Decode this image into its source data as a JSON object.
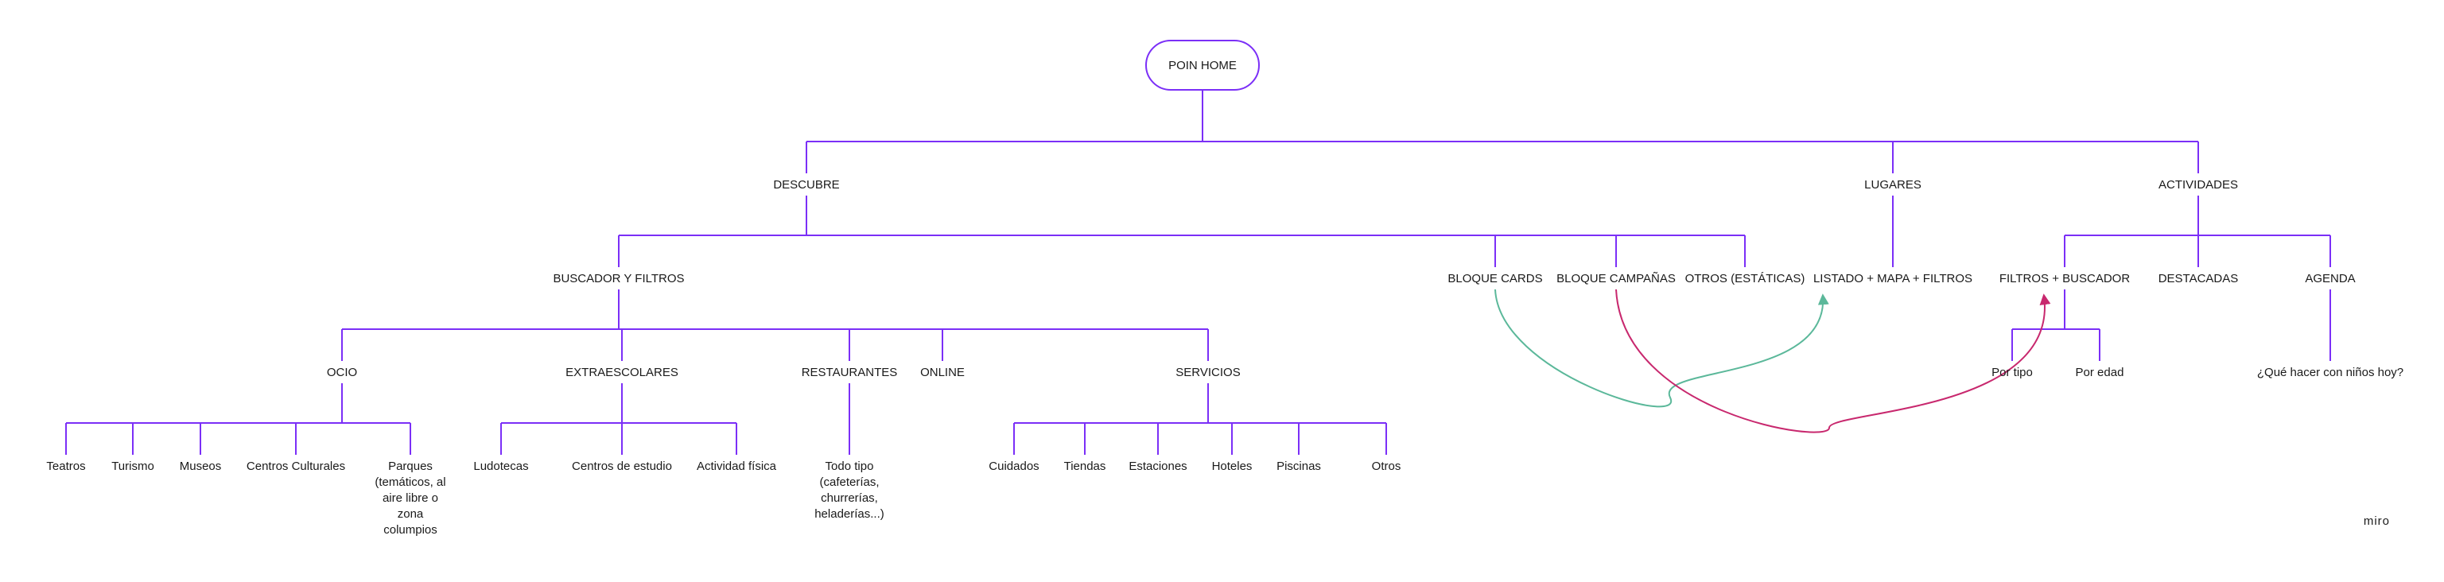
{
  "root": {
    "label": "POIN HOME"
  },
  "nodes": [
    {
      "id": "descubre",
      "label": "DESCUBRE"
    },
    {
      "id": "lugares",
      "label": "LUGARES"
    },
    {
      "id": "actividades",
      "label": "ACTIVIDADES"
    },
    {
      "id": "buscador",
      "label": "BUSCADOR Y FILTROS"
    },
    {
      "id": "bloque-cards",
      "label": "BLOQUE CARDS"
    },
    {
      "id": "bloque-campanas",
      "label": "BLOQUE CAMPAÑAS"
    },
    {
      "id": "otros-estaticas",
      "label": "OTROS (ESTÁTICAS)"
    },
    {
      "id": "listado",
      "label": "LISTADO + MAPA + FILTROS"
    },
    {
      "id": "filtros-buscador",
      "label": "FILTROS + BUSCADOR"
    },
    {
      "id": "destacadas",
      "label": "DESTACADAS"
    },
    {
      "id": "agenda",
      "label": "AGENDA"
    },
    {
      "id": "ocio",
      "label": "OCIO"
    },
    {
      "id": "extraescolares",
      "label": "EXTRAESCOLARES"
    },
    {
      "id": "restaurantes",
      "label": "RESTAURANTES"
    },
    {
      "id": "online",
      "label": "ONLINE"
    },
    {
      "id": "servicios",
      "label": "SERVICIOS"
    },
    {
      "id": "por-tipo",
      "label": "Por tipo"
    },
    {
      "id": "por-edad",
      "label": "Por edad"
    },
    {
      "id": "que-hacer",
      "label": "¿Qué hacer con niños hoy?"
    },
    {
      "id": "teatros",
      "label": "Teatros"
    },
    {
      "id": "turismo",
      "label": "Turismo"
    },
    {
      "id": "museos",
      "label": "Museos"
    },
    {
      "id": "centros-culturales",
      "label": "Centros Culturales"
    },
    {
      "id": "parques",
      "label": "Parques\n(temáticos, al\naire libre o\nzona\ncolumpios"
    },
    {
      "id": "ludotecas",
      "label": "Ludotecas"
    },
    {
      "id": "centros-estudio",
      "label": "Centros de estudio"
    },
    {
      "id": "actividad-fisica",
      "label": "Actividad física"
    },
    {
      "id": "todo-tipo",
      "label": "Todo tipo\n(cafeterías,\nchurrerías,\nheladerías...)"
    },
    {
      "id": "cuidados",
      "label": "Cuidados"
    },
    {
      "id": "tiendas",
      "label": "Tiendas"
    },
    {
      "id": "estaciones",
      "label": "Estaciones"
    },
    {
      "id": "hoteles",
      "label": "Hoteles"
    },
    {
      "id": "piscinas",
      "label": "Piscinas"
    },
    {
      "id": "otros",
      "label": "Otros"
    }
  ],
  "edges": [
    [
      "root",
      "descubre"
    ],
    [
      "root",
      "lugares"
    ],
    [
      "root",
      "actividades"
    ],
    [
      "descubre",
      "buscador"
    ],
    [
      "descubre",
      "bloque-cards"
    ],
    [
      "descubre",
      "bloque-campanas"
    ],
    [
      "descubre",
      "otros-estaticas"
    ],
    [
      "lugares",
      "listado"
    ],
    [
      "actividades",
      "filtros-buscador"
    ],
    [
      "actividades",
      "destacadas"
    ],
    [
      "actividades",
      "agenda"
    ],
    [
      "buscador",
      "ocio"
    ],
    [
      "buscador",
      "extraescolares"
    ],
    [
      "buscador",
      "restaurantes"
    ],
    [
      "buscador",
      "online"
    ],
    [
      "buscador",
      "servicios"
    ],
    [
      "filtros-buscador",
      "por-tipo"
    ],
    [
      "filtros-buscador",
      "por-edad"
    ],
    [
      "agenda",
      "que-hacer"
    ],
    [
      "ocio",
      "teatros"
    ],
    [
      "ocio",
      "turismo"
    ],
    [
      "ocio",
      "museos"
    ],
    [
      "ocio",
      "centros-culturales"
    ],
    [
      "ocio",
      "parques"
    ],
    [
      "extraescolares",
      "ludotecas"
    ],
    [
      "extraescolares",
      "centros-estudio"
    ],
    [
      "extraescolares",
      "actividad-fisica"
    ],
    [
      "restaurantes",
      "todo-tipo"
    ],
    [
      "servicios",
      "cuidados"
    ],
    [
      "servicios",
      "tiendas"
    ],
    [
      "servicios",
      "estaciones"
    ],
    [
      "servicios",
      "hoteles"
    ],
    [
      "servicios",
      "piscinas"
    ],
    [
      "servicios",
      "otros"
    ]
  ],
  "cross_links": [
    {
      "from": "bloque-cards",
      "to": "listado",
      "color": "#5bb89a"
    },
    {
      "from": "bloque-campanas",
      "to": "filtros-buscador",
      "color": "#c8286e"
    }
  ],
  "colors": {
    "connector": "#7b2ff7",
    "text": "#1a1a1a",
    "root_border": "#7b2ff7",
    "brand": "#c9cdd6"
  },
  "brand": "miro"
}
